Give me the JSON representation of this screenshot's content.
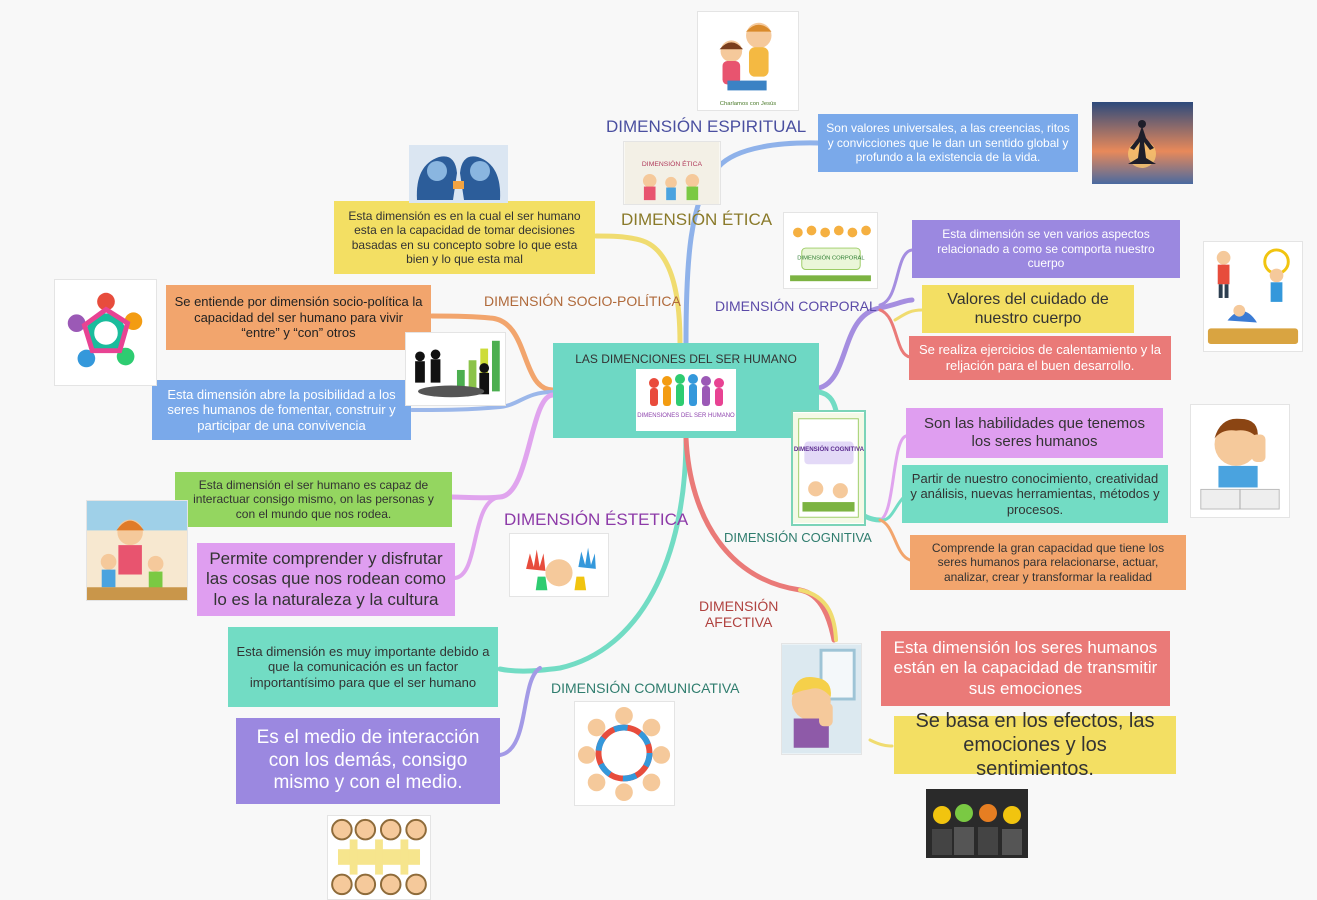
{
  "center": {
    "title": "LAS DIMENCIONES DEL SER HUMANO",
    "logo_icon": "people-group-logo"
  },
  "dimensions": {
    "espiritual": "DIMENSIÓN ESPIRITUAL",
    "etica": "DIMENSIÓN ÉTICA",
    "socio_politica": "DIMENSIÓN SOCIO-POLÍTICA",
    "corporal": "DIMENSIÓN CORPORAL",
    "cognitiva": "DIMENSIÓN COGNITIVA",
    "estetica": "DIMENSIÓN ÉSTETICA",
    "afectiva": "DIMENSIÓN\nAFECTIVA",
    "comunicativa": "DIMENSIÓN COMUNICATIVA"
  },
  "notes": {
    "espiritual": "Son valores universales, a las creencias, ritos y convicciones que le dan un sentido global y profundo a la existencia de la vida.",
    "etica": "Esta dimensión es en la cual el ser humano esta en la capacidad de tomar decisiones basadas en su concepto sobre lo que esta bien y lo que esta mal",
    "socio_1": "Se entiende por dimensión socio-política la capacidad del ser humano para vivir “entre” y “con” otros",
    "socio_2": "Esta dimensión abre la posibilidad a los seres humanos de fomentar, construir y participar de una convivencia",
    "corporal_1": "Esta dimensión se ven varios aspectos relacionado a como se comporta nuestro cuerpo",
    "corporal_2": "Valores del cuidado de nuestro cuerpo",
    "corporal_3": "Se realiza ejercicios de calentamiento y la reljación para el buen desarrollo.",
    "cognitiva_1": "Son las habilidades que tenemos los seres humanos",
    "cognitiva_2": "Partir de nuestro conocimiento, creatividad y análisis, nuevas herramientas, métodos y procesos.",
    "cognitiva_3": "Comprende la gran capacidad que tiene los seres humanos para relacionarse, actuar, analizar, crear y transformar la realidad",
    "estetica_1": "Esta dimensión el ser humano es capaz de interactuar consigo mismo, on las personas y con el mundo que nos rodea.",
    "estetica_2": "Permite comprender y disfrutar las cosas que nos rodean como lo es la naturaleza y la cultura",
    "afectiva_1": "Esta dimensión los seres humanos están en la capacidad de transmitir sus emociones",
    "afectiva_2": "Se basa en los efectos, las emociones y los sentimientos.",
    "comunicativa_1": "Esta dimensión es muy importante debido a que la comunicación es un factor importantísimo para que el ser humano",
    "comunicativa_2": "Es el medio de interacción con los demás, consigo mismo y con el medio."
  },
  "image_texts": {
    "espiritual_kids": "Charlamos con Jesús",
    "etica_banner": "DIMENSIÓN ÉTICA",
    "corporal_logo": "DIMENSIÓN CORPORAL",
    "cognitiva_book": "DIMENSIÓN COGNITIVA",
    "center_logo": "DIMENSIONES DEL SER HUMANO"
  },
  "icons": [
    "children-praying-icon",
    "meditation-icon",
    "brains-icon",
    "ethics-kids-icon",
    "corporal-logo-icon",
    "exercise-kids-icon",
    "puzzle-people-icon",
    "meeting-chart-icon",
    "cognitive-book-icon",
    "thinking-boy-icon",
    "family-icon",
    "painted-hands-icon",
    "sad-boy-icon",
    "emoji-masks-icon",
    "kids-circle-icon",
    "kids-grid-icon"
  ],
  "colors": {
    "center": "#6ed8c4",
    "yellow": "#f3df63",
    "orange": "#f2a56d",
    "blue": "#7aa9ea",
    "purple": "#9b88e0",
    "red": "#ea7a78",
    "lilac": "#df9ef0",
    "teal": "#72dcc4",
    "green": "#94d660"
  }
}
